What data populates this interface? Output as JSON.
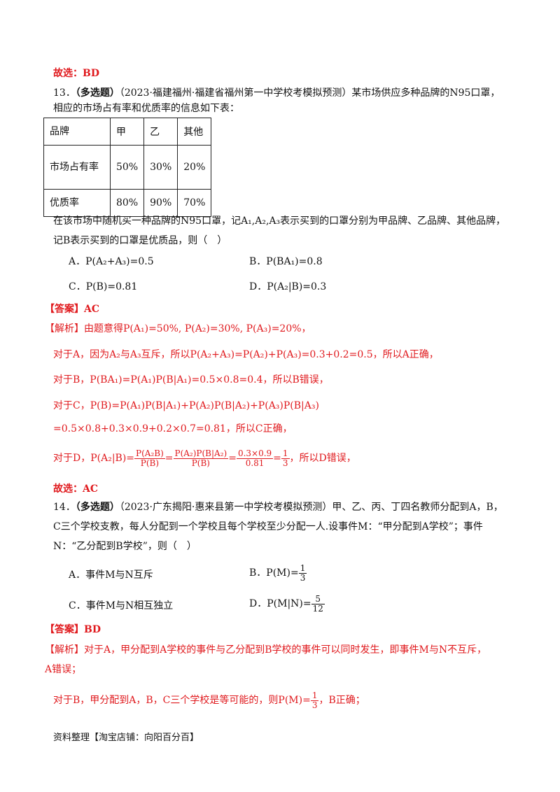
{
  "doc": {
    "prev_answer": "故选：BD",
    "q13": {
      "number": "13．",
      "tag": "（多选题）",
      "stem_line1": "（2023·福建福州·福建省福州第一中学校考模拟预测）某市场供应多种品牌的N95口罩，",
      "stem_line2": "相应的市场占有率和优质率的信息如下表：",
      "table": {
        "header": [
          "品牌",
          "甲",
          "乙",
          "其他"
        ],
        "row1": [
          "市场占有率",
          "50%",
          "30%",
          "20%"
        ],
        "row2": [
          "优质率",
          "80%",
          "90%",
          "70%"
        ]
      },
      "after_line1": "在该市场中随机买一种品牌的N95口罩，记A₁,A₂,A₃表示买到的口罩分别为甲品牌、乙品牌、其他品牌，",
      "after_line2": "记B表示买到的口罩是优质品，则（　）",
      "options": {
        "A": "A．P(A₂+A₃)=0.5",
        "B": "B．P(BA₁)=0.8",
        "C": "C．P(B)=0.81",
        "D": "D．P(A₂|B)=0.3"
      },
      "answer": "【答案】AC",
      "analysis": {
        "line1": "【解析】由题意得P(A₁)=50%, P(A₂)=30%, P(A₃)=20%，",
        "line2": "对于A，因为A₂与A₃互斥，所以P(A₂+A₃)=P(A₂)+P(A₃)=0.3+0.2=0.5，所以A正确，",
        "line3": "对于B，P(BA₁)=P(A₁)P(B|A₁)=0.5×0.8=0.4，所以B错误，",
        "line4": "对于C，P(B)=P(A₁)P(B|A₁)+P(A₂)P(B|A₂)+P(A₃)P(B|A₃)",
        "line5": "=0.5×0.8+0.3×0.9+0.2×0.7=0.81，所以C正确，",
        "line6_pre": "对于D，P(A₂|B)=",
        "line6_f1_num": "P(A₂B)",
        "line6_f1_den": "P(B)",
        "line6_eq": "=",
        "line6_f2_num": "P(A₂)P(B|A₂)",
        "line6_f2_den": "P(B)",
        "line6_f3_num": "0.3×0.9",
        "line6_f3_den": "0.81",
        "line6_f4_num": "1",
        "line6_f4_den": "3",
        "line6_post": "，所以D错误，"
      },
      "final": "故选：AC"
    },
    "q14": {
      "number": "14．",
      "tag": "（多选题）",
      "stem_line1": "（2023·广东揭阳·惠来县第一中学校考模拟预测）甲、乙、丙、丁四名教师分配到A，B，",
      "stem_line2": "C三个学校支教，每人分配到一个学校且每个学校至少分配一人.设事件M：“甲分配到A学校”；事件",
      "stem_line3": "N：“乙分配到B学校”，则（　）",
      "options": {
        "A": "A．事件M与N互斥",
        "B_pre": "B．P(M)=",
        "B_num": "1",
        "B_den": "3",
        "C": "C．事件M与N相互独立",
        "D_pre": "D．P(M|N)=",
        "D_num": "5",
        "D_den": "12"
      },
      "answer": "【答案】BD",
      "analysis": {
        "line1": "【解析】对于A，甲分配到A学校的事件与乙分配到B学校的事件可以同时发生，即事件M与N不互斥，",
        "line2": "A错误；",
        "line3_pre": "对于B，甲分配到A，B，C三个学校是等可能的，则P(M)=",
        "line3_num": "1",
        "line3_den": "3",
        "line3_post": "，B正确；"
      }
    },
    "footer": "资料整理【淘宝店铺：向阳百分百】"
  }
}
